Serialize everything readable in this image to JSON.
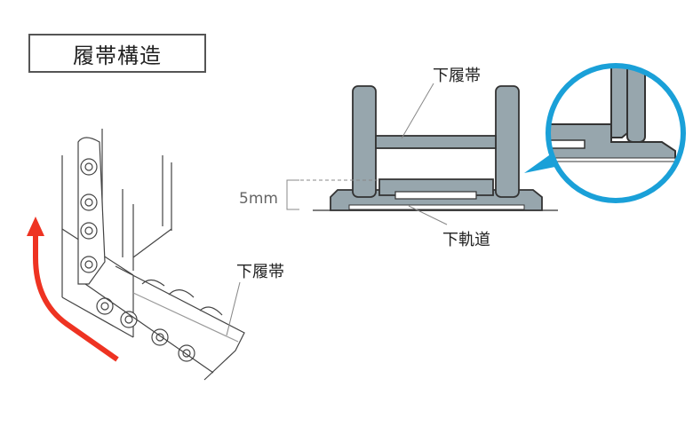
{
  "title": "履帯構造",
  "left_diagram": {
    "label": "下履帯"
  },
  "right_diagram": {
    "upper_label": "下履帯",
    "lower_label": "下軌道",
    "dimension": "5mm"
  },
  "colors": {
    "part_fill": "#97a6ad",
    "outline": "#333333",
    "arrow": "#ee3322",
    "magnifier": "#1aa0d8"
  }
}
